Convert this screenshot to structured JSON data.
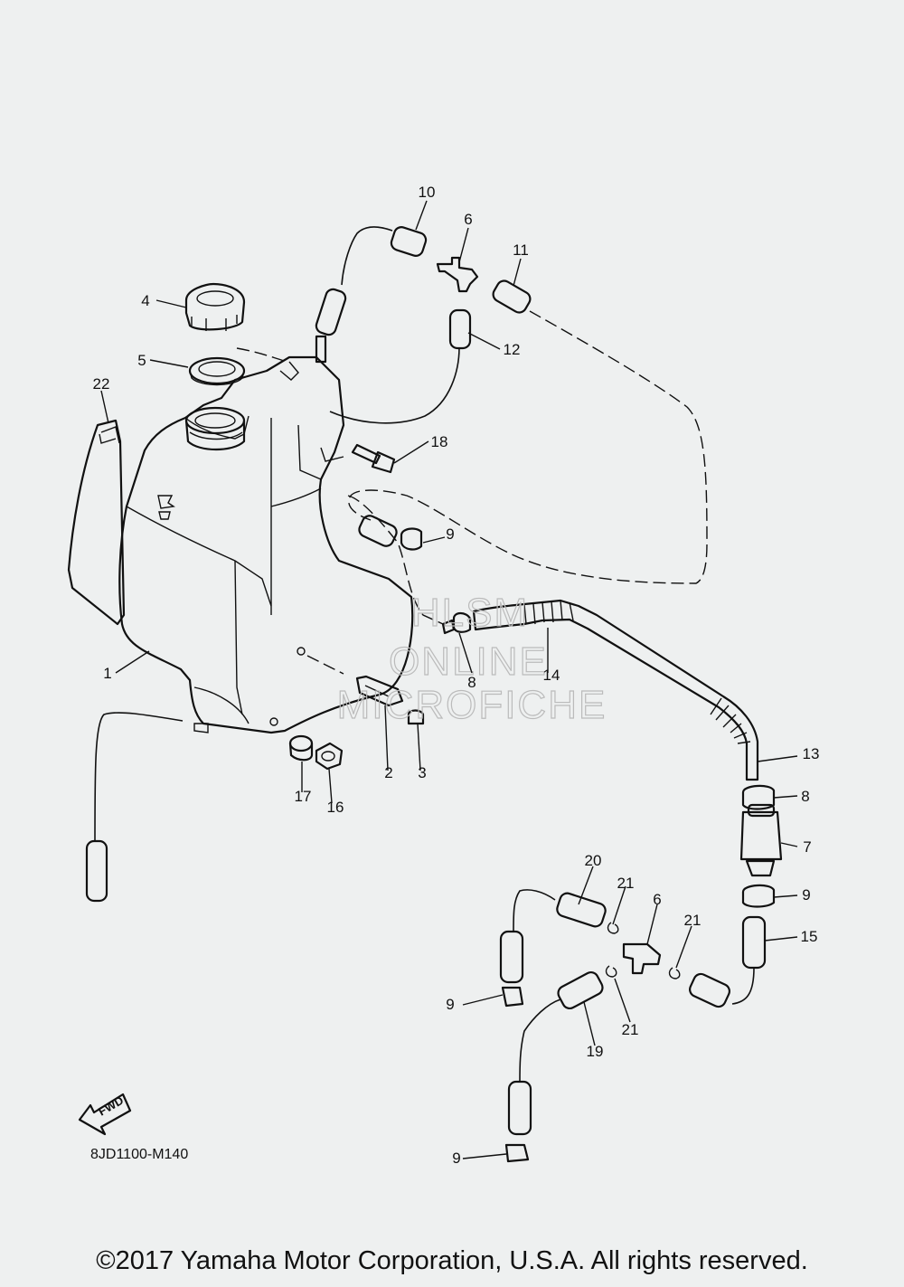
{
  "diagram_code": "8JD1100-M140",
  "copyright": "©2017 Yamaha Motor Corporation, U.S.A. All rights reserved.",
  "watermark": [
    "HLSM",
    "ONLINE",
    "MICROFICHE"
  ],
  "fwd_label": "FWD",
  "callouts": [
    {
      "id": "c10",
      "label": "10"
    },
    {
      "id": "c6a",
      "label": "6"
    },
    {
      "id": "c11",
      "label": "11"
    },
    {
      "id": "c4",
      "label": "4"
    },
    {
      "id": "c12",
      "label": "12"
    },
    {
      "id": "c5",
      "label": "5"
    },
    {
      "id": "c22",
      "label": "22"
    },
    {
      "id": "c18",
      "label": "18"
    },
    {
      "id": "c9a",
      "label": "9"
    },
    {
      "id": "c1",
      "label": "1"
    },
    {
      "id": "c8a",
      "label": "8"
    },
    {
      "id": "c14",
      "label": "14"
    },
    {
      "id": "c2",
      "label": "2"
    },
    {
      "id": "c3",
      "label": "3"
    },
    {
      "id": "c17",
      "label": "17"
    },
    {
      "id": "c16",
      "label": "16"
    },
    {
      "id": "c13",
      "label": "13"
    },
    {
      "id": "c8b",
      "label": "8"
    },
    {
      "id": "c7",
      "label": "7"
    },
    {
      "id": "c20",
      "label": "20"
    },
    {
      "id": "c21a",
      "label": "21"
    },
    {
      "id": "c6b",
      "label": "6"
    },
    {
      "id": "c9b",
      "label": "9"
    },
    {
      "id": "c21b",
      "label": "21"
    },
    {
      "id": "c15",
      "label": "15"
    },
    {
      "id": "c9c",
      "label": "9"
    },
    {
      "id": "c21c",
      "label": "21"
    },
    {
      "id": "c19",
      "label": "19"
    },
    {
      "id": "c9d",
      "label": "9"
    }
  ]
}
